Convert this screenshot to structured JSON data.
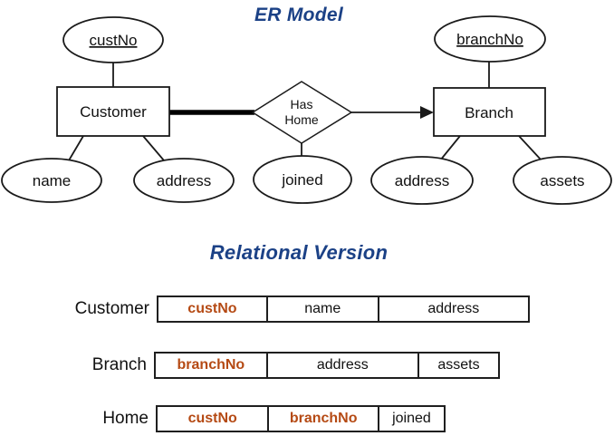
{
  "titles": {
    "er": "ER Model",
    "relational": "Relational Version"
  },
  "colors": {
    "title_blue": "#1b4186",
    "key_orange": "#b54a14"
  },
  "er_model": {
    "entities": {
      "customer": "Customer",
      "branch": "Branch"
    },
    "relationship": {
      "line1": "Has",
      "line2": "Home"
    },
    "attributes": {
      "custNo": "custNo",
      "branchNo": "branchNo",
      "name": "name",
      "address_left": "address",
      "joined": "joined",
      "address_right": "address",
      "assets": "assets"
    }
  },
  "relational": {
    "rows": [
      {
        "name": "Customer",
        "columns": [
          {
            "label": "custNo"
          },
          {
            "label": "name"
          },
          {
            "label": "address"
          }
        ]
      },
      {
        "name": "Branch",
        "columns": [
          {
            "label": "branchNo"
          },
          {
            "label": "address"
          },
          {
            "label": "assets"
          }
        ]
      },
      {
        "name": "Home",
        "columns": [
          {
            "label": "custNo"
          },
          {
            "label": "branchNo"
          },
          {
            "label": "joined"
          }
        ]
      }
    ]
  }
}
